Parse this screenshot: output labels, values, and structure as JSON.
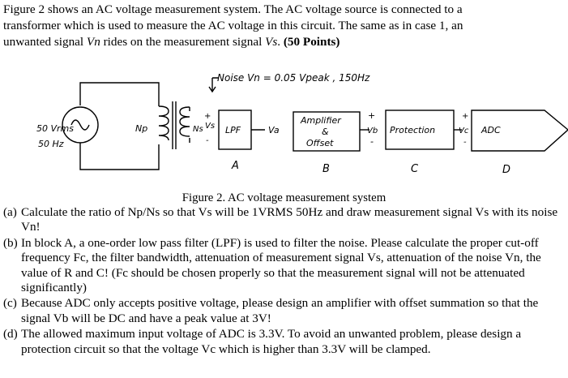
{
  "intro": {
    "line1": "Figure 2 shows an AC voltage measurement system. The AC voltage source is connected to a",
    "line2": "transformer which is used to measure the AC voltage in this circuit. The same as in case 1, an",
    "line3_a": "unwanted signal ",
    "line3_vn": "Vn",
    "line3_b": " rides on the measurement signal ",
    "line3_vs": "Vs",
    "line3_c": ". ",
    "points": "(50 Points)"
  },
  "figure": {
    "noise_note": "Noise Vn = 0.05 Vpeak , 150Hz",
    "source_amplitude": "50 Vrms",
    "source_freq": "50 Hz",
    "np_label": "Np",
    "ns_label": "Ns",
    "vs_label": "Vs",
    "block_lpf": "LPF",
    "va_label": "Va",
    "block_amp_1": "Amplifier",
    "block_amp_2": "&",
    "block_amp_3": "Offset",
    "vb_label": "Vb",
    "block_protection": "Protection",
    "vc_label": "Vc",
    "block_adc": "ADC",
    "letter_a": "A",
    "letter_b": "B",
    "letter_c": "C",
    "letter_d": "D",
    "plus": "+",
    "minus": "-"
  },
  "caption": "Figure 2. AC voltage measurement system",
  "questions": [
    {
      "label": "(a)",
      "text": "Calculate the ratio of Np/Ns so that Vs will be 1VRMS 50Hz and draw measurement signal Vs with its noise Vn!"
    },
    {
      "label": "(b)",
      "text": "In block A, a one-order low pass filter (LPF) is used to filter the noise. Please calculate the proper cut-off frequency Fc, the filter bandwidth, attenuation of measurement signal Vs, attenuation of the noise Vn, the value of R and C! (Fc should be chosen properly so that the measurement signal will not be attenuated significantly)"
    },
    {
      "label": "(c)",
      "text": "Because ADC only accepts positive voltage, please design an amplifier with offset summation so that the signal Vb will be DC and have a peak value at 3V!"
    },
    {
      "label": "(d)",
      "text": "The allowed maximum input voltage of ADC is 3.3V. To avoid an unwanted problem, please design a protection circuit so that the voltage Vc which is higher than 3.3V will be clamped."
    }
  ]
}
